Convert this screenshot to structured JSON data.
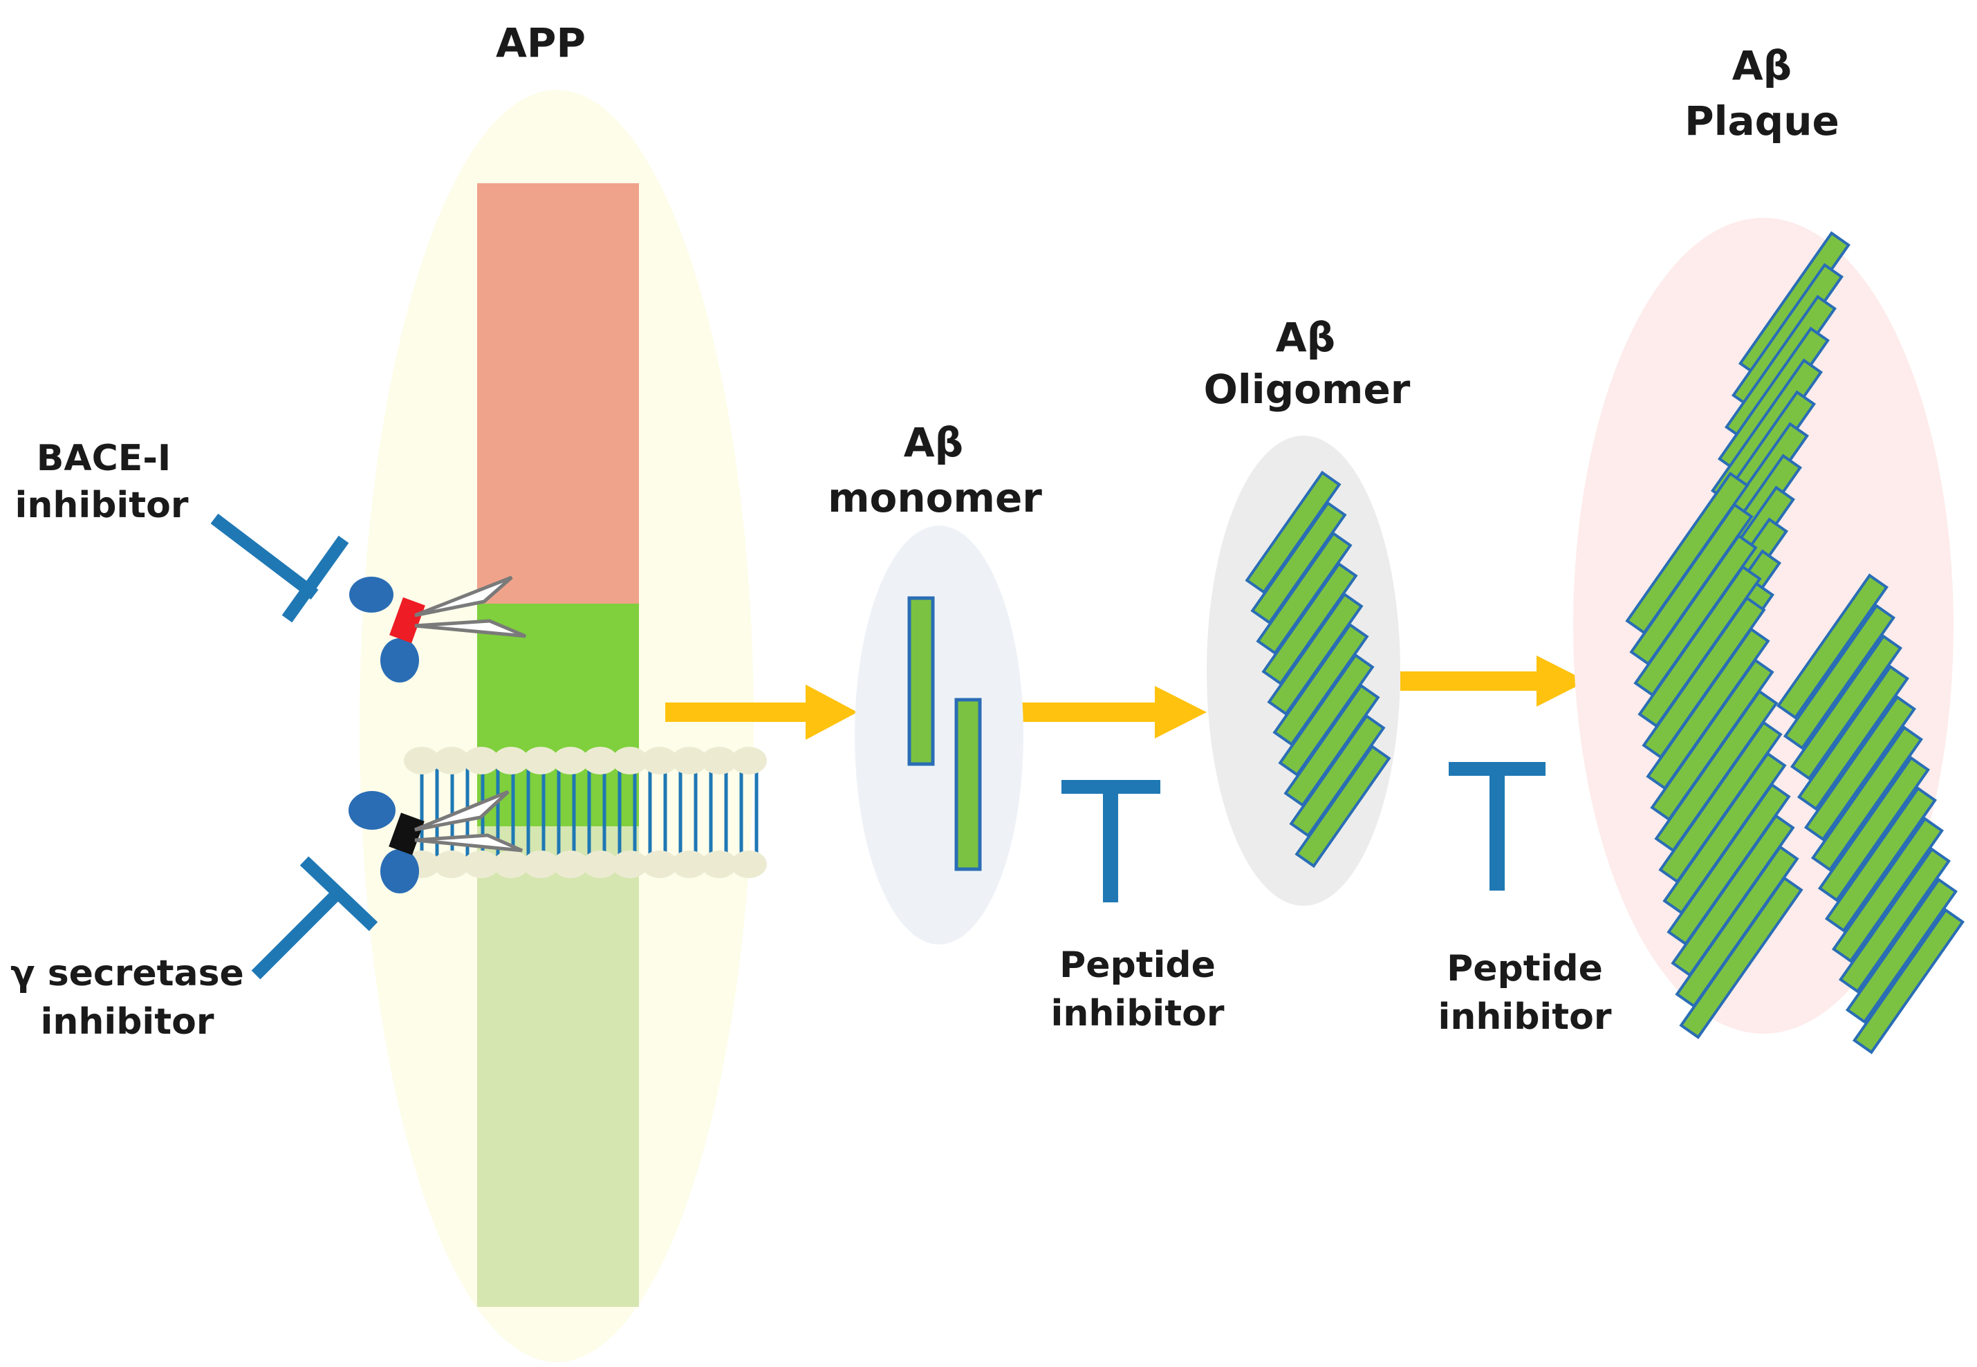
{
  "labels": {
    "app": "APP",
    "bace_line1": "BACE-I",
    "bace_line2": "inhibitor",
    "gamma_line1": "γ secretase",
    "gamma_line2": "inhibitor",
    "monomer_line1": "Aβ",
    "monomer_line2": "monomer",
    "oligomer_line1": "Aβ",
    "oligomer_line2": "Oligomer",
    "plaque_line1": "Aβ",
    "plaque_line2": "Plaque",
    "peptide1_line1": "Peptide",
    "peptide1_line2": "inhibitor",
    "peptide2_line1": "Peptide",
    "peptide2_line2": "inhibitor"
  },
  "colors": {
    "app_ellipse": "#fdfdea",
    "app_top_block": "#f0a38b",
    "app_mid_block": "#7fd03c",
    "app_bottom_block": "#d6e6b0",
    "membrane_head": "#ecebd2",
    "membrane_tail": "#1f78b4",
    "arrow": "#ffc20e",
    "inhibitor": "#1f78b4",
    "monomer_ellipse": "#eef2f7",
    "oligomer_ellipse": "#ececec",
    "plaque_ellipse": "#fdeceb",
    "fibril_fill": "#7cc242",
    "fibril_stroke": "#2a6db5",
    "enzyme_blue": "#2a6db5",
    "bace_mark": "#ee1c24",
    "gamma_mark": "#111111"
  },
  "icons": {
    "scissors": "scissors-icon",
    "inhibitor": "inhibitor-tbar-icon",
    "arrow": "right-arrow-icon"
  }
}
